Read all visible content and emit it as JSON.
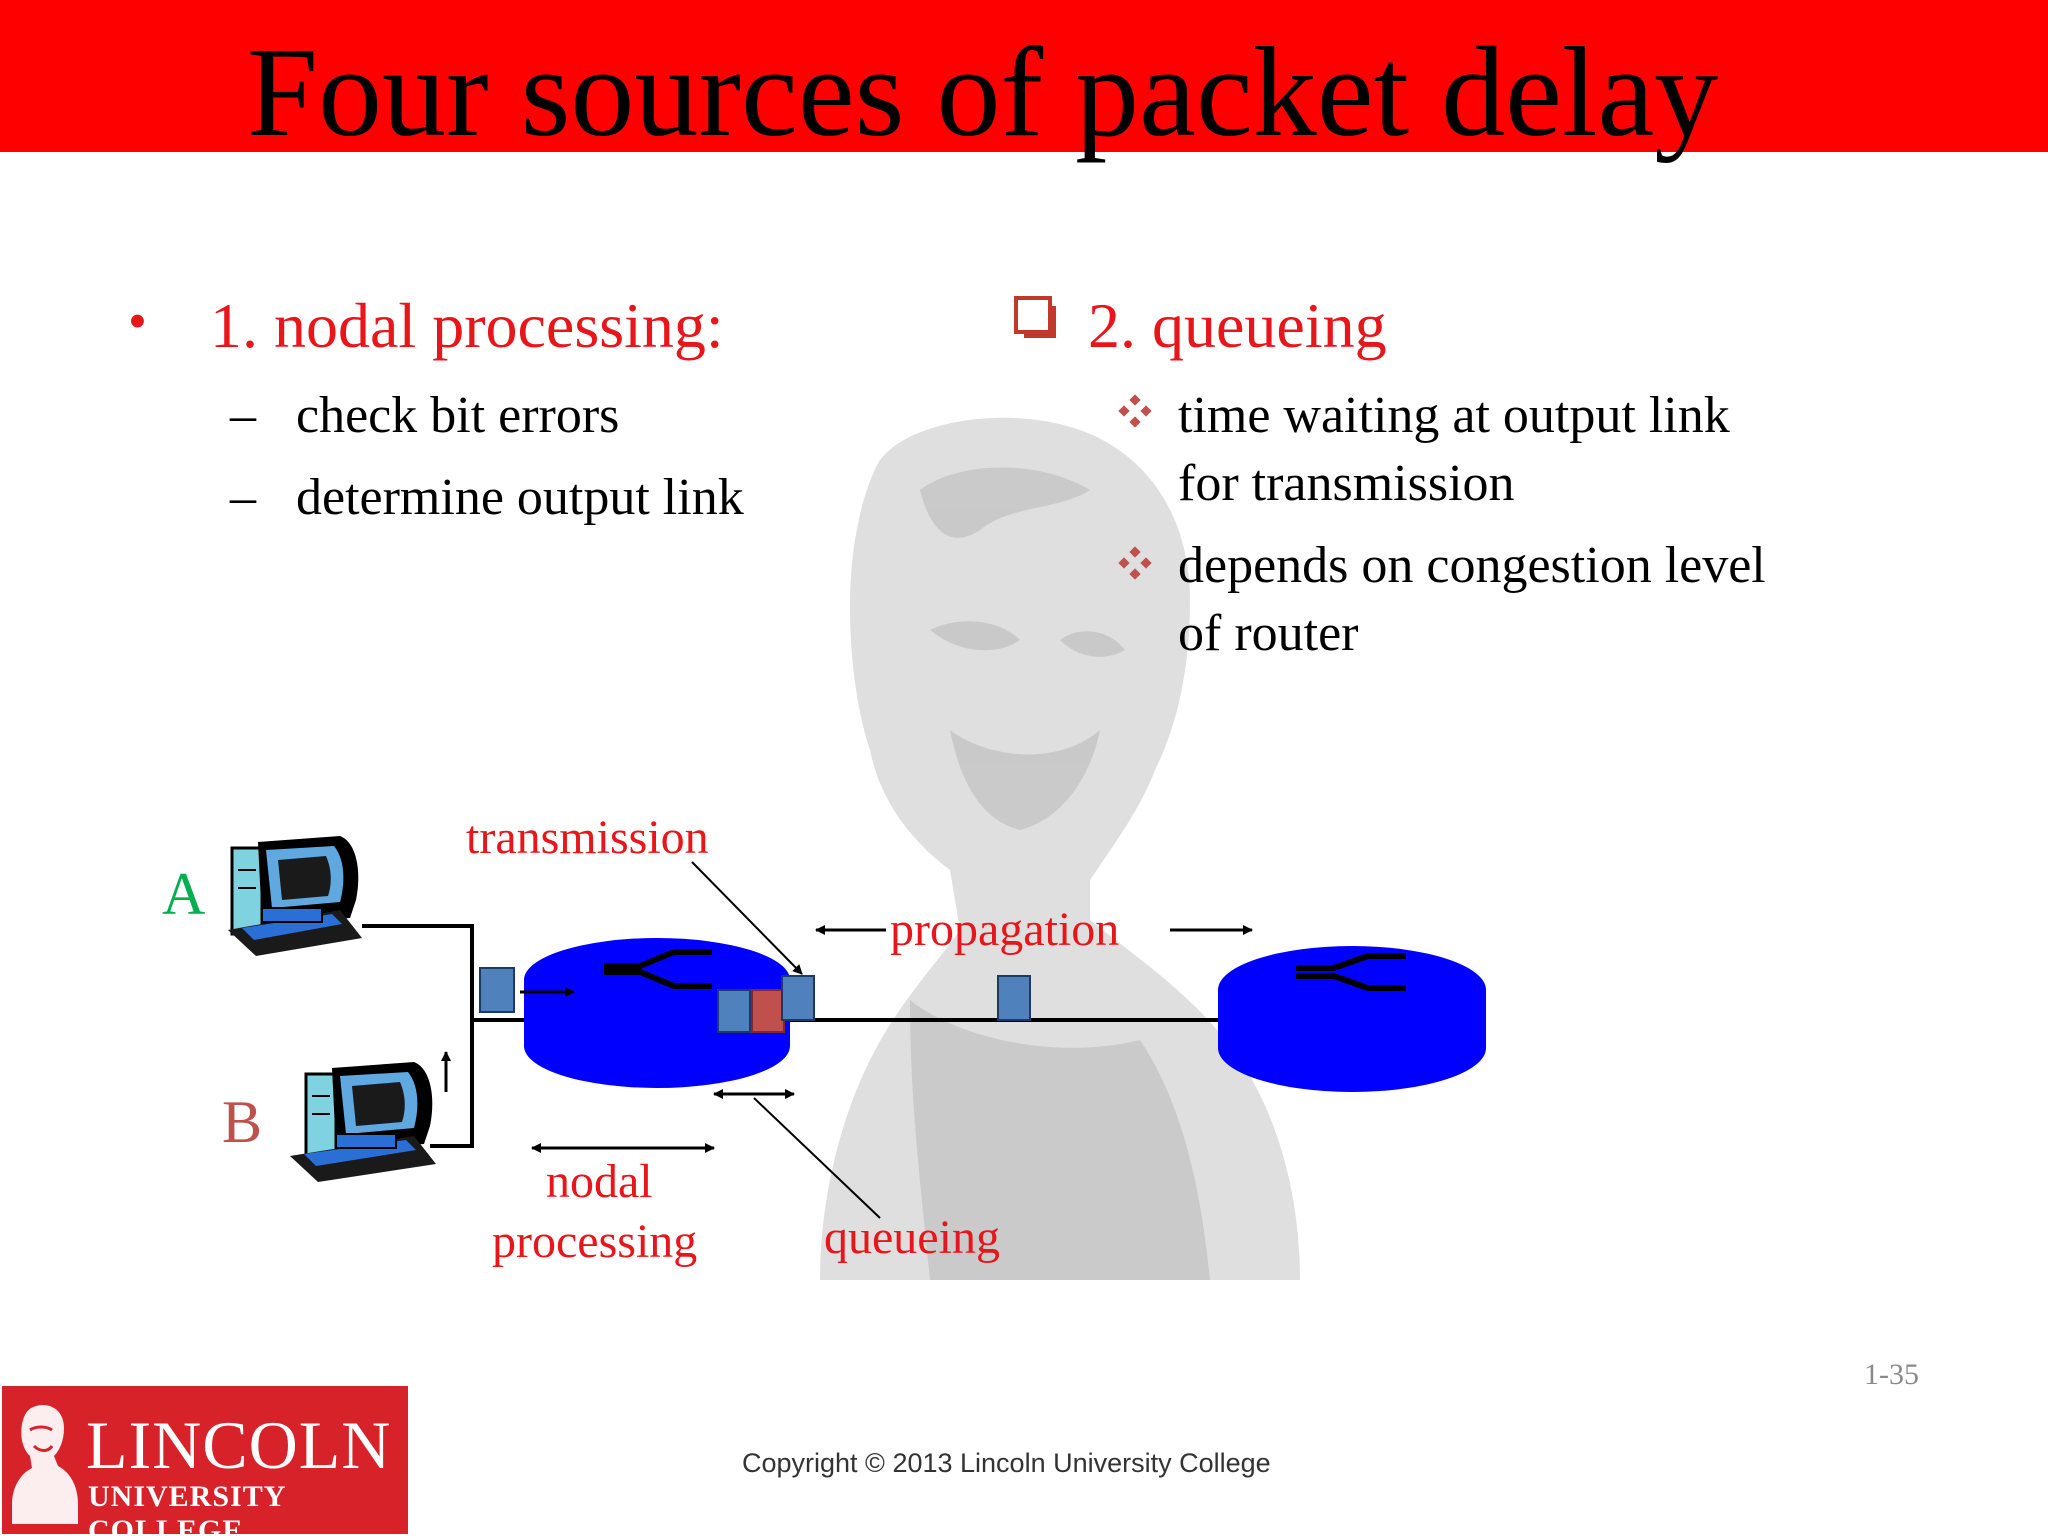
{
  "title": "Four sources of packet delay",
  "left_section": {
    "bullet": "•",
    "heading": "1. nodal processing:",
    "items": [
      {
        "dash": "–",
        "text": "check bit errors"
      },
      {
        "dash": "–",
        "text": "determine output link"
      }
    ]
  },
  "right_section": {
    "heading": "2. queueing",
    "items": [
      {
        "lines": [
          "time waiting at output link",
          "for transmission"
        ]
      },
      {
        "lines": [
          "depends on congestion level",
          "of router"
        ]
      }
    ]
  },
  "diagram": {
    "host_a_label": "A",
    "host_b_label": "B",
    "labels": {
      "transmission": "transmission",
      "propagation": "propagation",
      "nodal_processing_1": "nodal",
      "nodal_processing_2": "processing",
      "queueing": "queueing"
    }
  },
  "footer": {
    "logo_name": "LINCOLN",
    "logo_sub": "UNIVERSITY COLLEGE",
    "copyright": "Copyright © 2013 Lincoln University College",
    "page_number": "1-35"
  },
  "colors": {
    "title_bar": "#ff0000",
    "text_red": "#e8161b",
    "label_green": "#00b050",
    "label_b": "#c0504d",
    "router_blue": "#0000ff",
    "packet_blue": "#4f81bd",
    "packet_red": "#c0504d",
    "logo_red": "#d8222a"
  }
}
